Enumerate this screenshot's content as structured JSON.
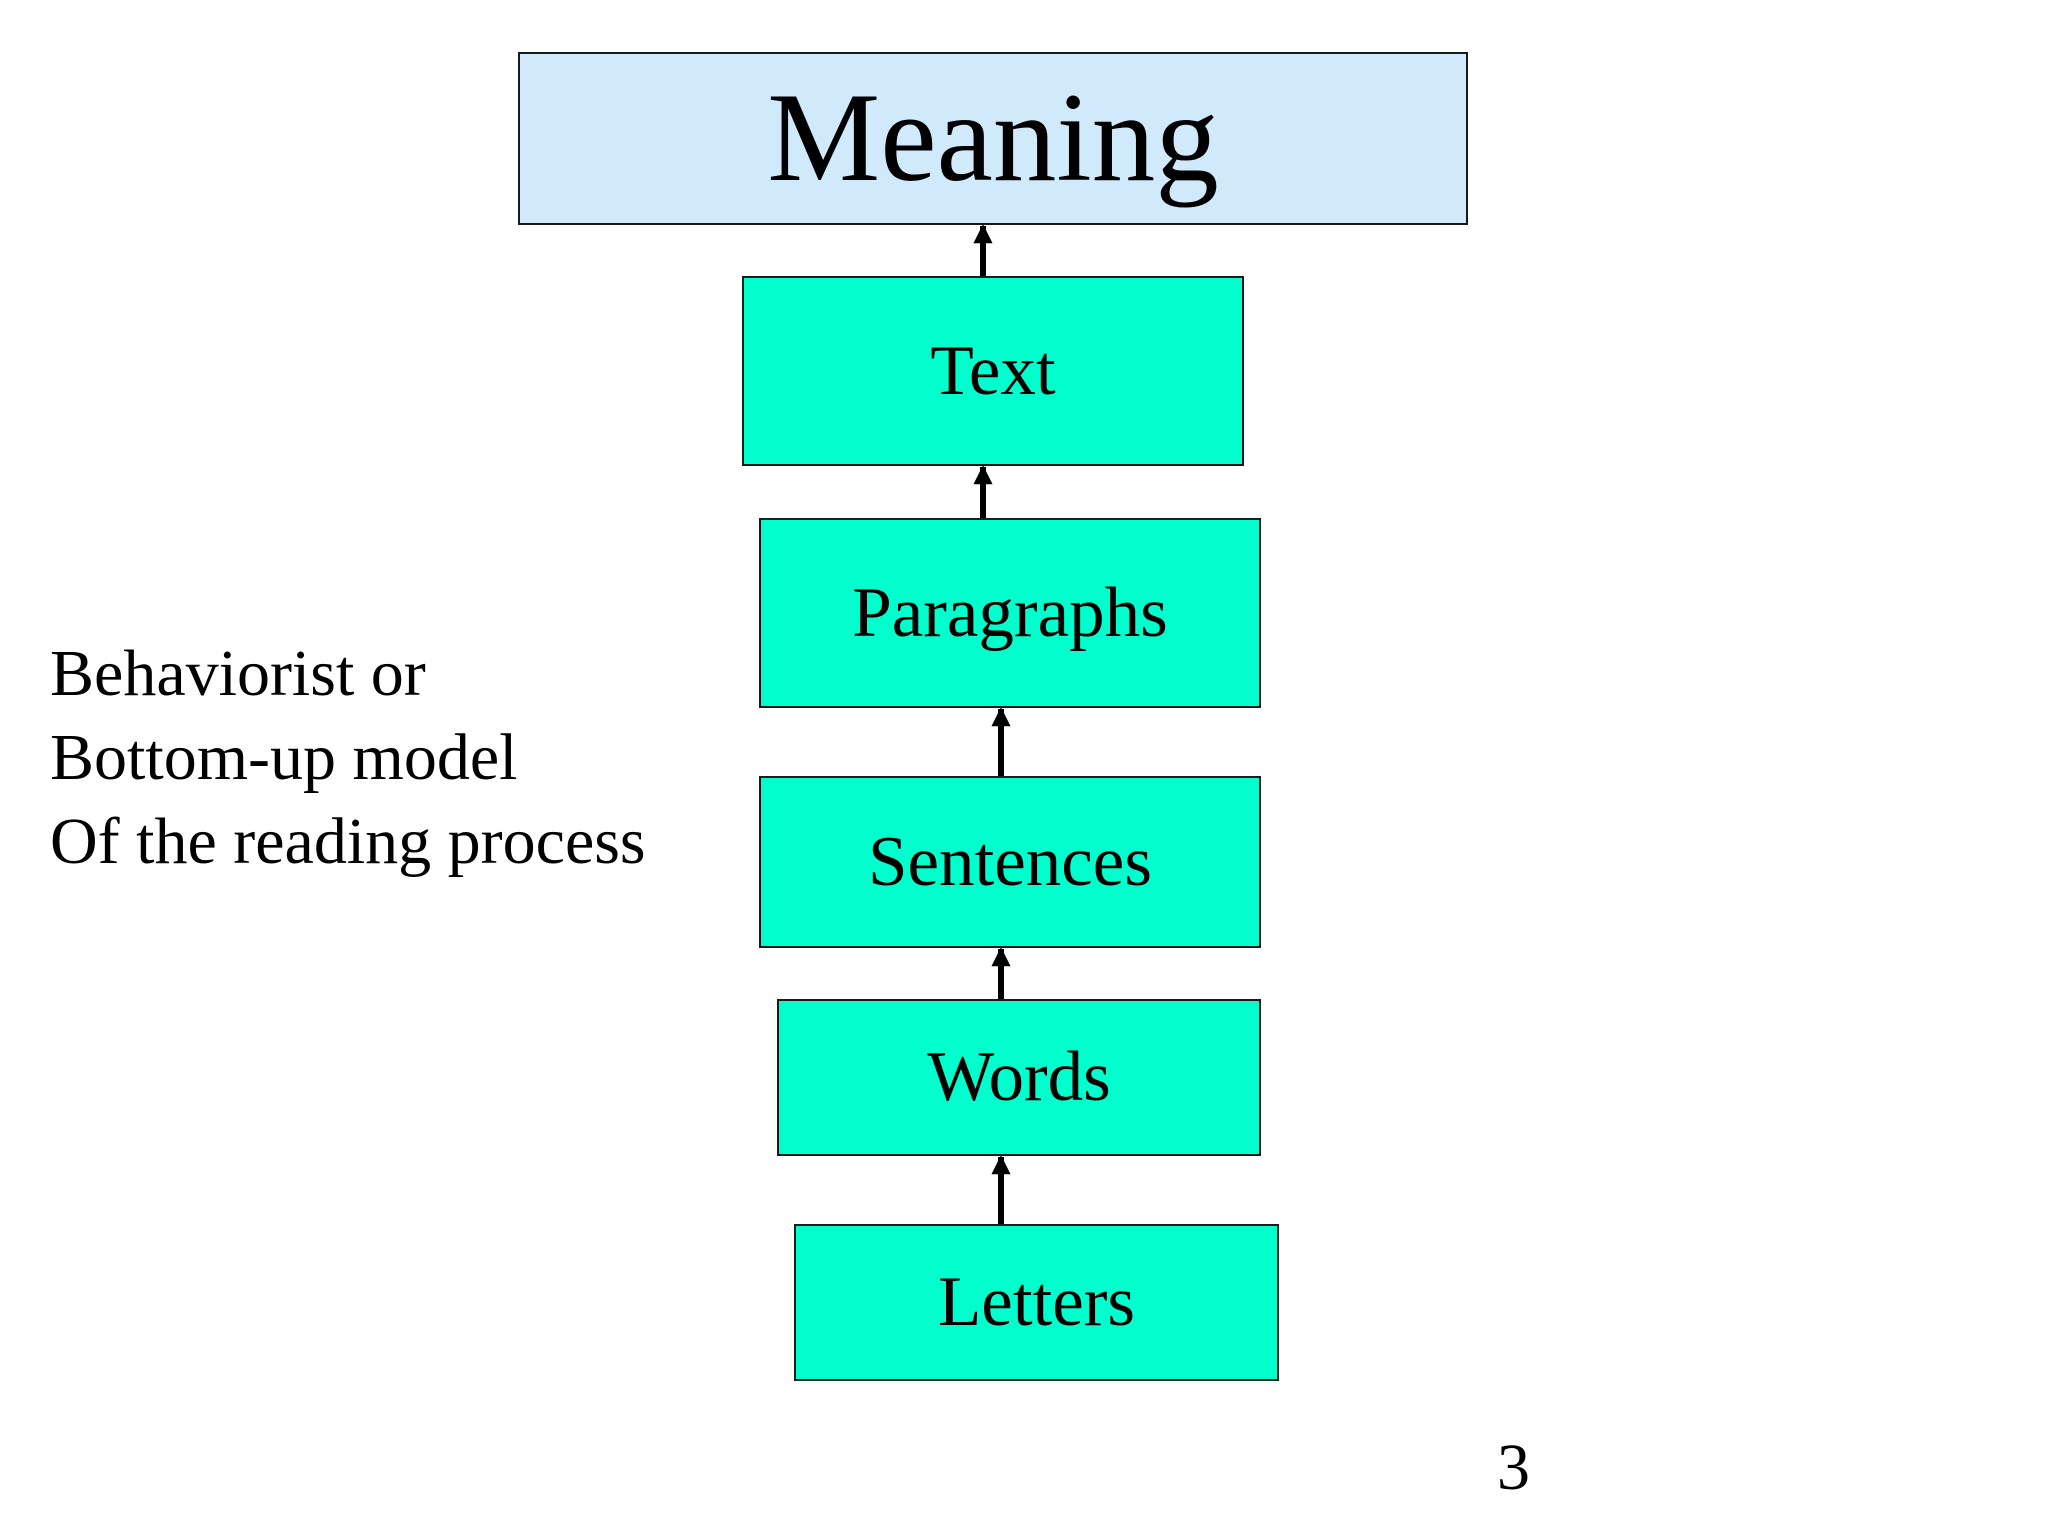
{
  "diagram": {
    "colors": {
      "top_fill": "#d0eafc",
      "level_fill": "#00ffcc",
      "border": "#1a1a1a",
      "arrow": "#000000"
    },
    "top_box": {
      "label": "Meaning"
    },
    "levels": [
      {
        "label": "Text"
      },
      {
        "label": "Paragraphs"
      },
      {
        "label": "Sentences"
      },
      {
        "label": "Words"
      },
      {
        "label": "Letters"
      }
    ],
    "caption": [
      "Behaviorist or",
      "Bottom-up model",
      "Of the reading process"
    ]
  },
  "page_number": "3"
}
